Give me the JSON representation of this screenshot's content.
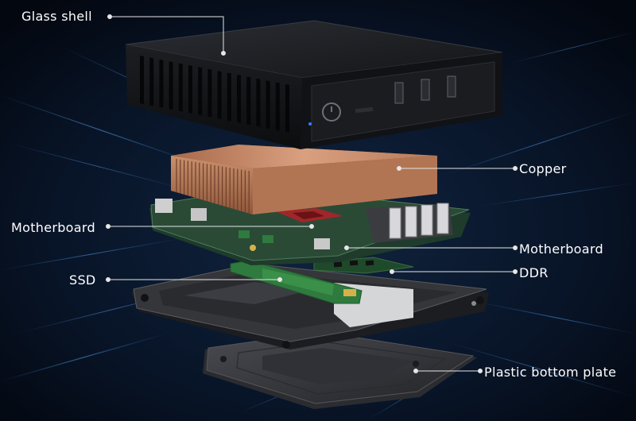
{
  "labels": {
    "glass_shell": "Glass shell",
    "copper": "Copper",
    "motherboard_left": "Motherboard",
    "motherboard_right": "Motherboard",
    "ssd": "SSD",
    "ddr": "DDR",
    "plastic_bottom_plate": "Plastic bottom plate"
  },
  "colors": {
    "background": "#050a14",
    "streak": "#2f78c8",
    "shell": "#1b1d21",
    "copper": "#c48a66",
    "board": "#2a4a36",
    "ssd_board": "#2f7a3e",
    "plate": "#3a3b3f",
    "leader_line": "#e6e6e6"
  }
}
